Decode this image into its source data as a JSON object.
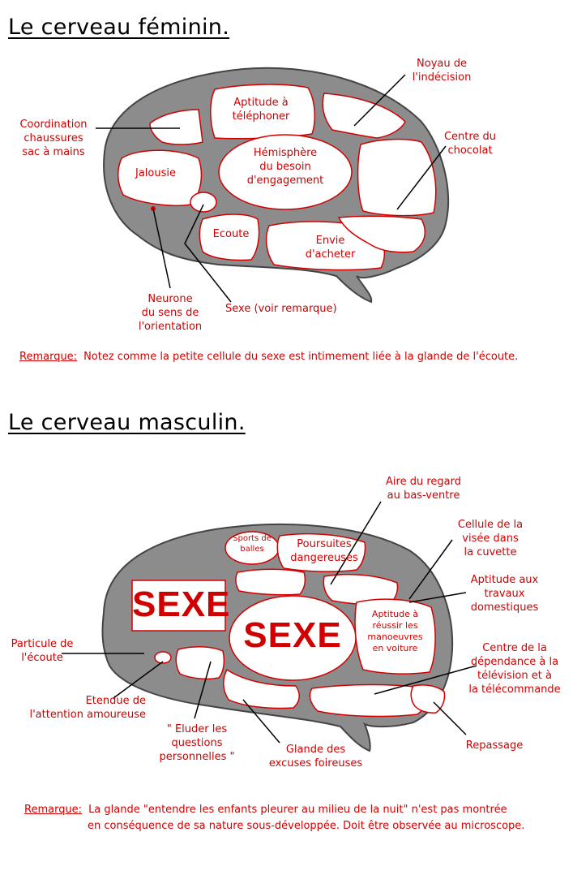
{
  "female": {
    "title": "Le cerveau féminin.",
    "regions": {
      "aptitude_telephoner": "Aptitude à\ntéléphoner",
      "hemisphere": "Hémisphère\ndu besoin\nd'engagement",
      "jalousie": "Jalousie",
      "ecoute": "Ecoute",
      "envie": "Envie\nd'acheter"
    },
    "callouts": {
      "coordination": "Coordination\nchaussures\nsac à mains",
      "noyau": "Noyau de\nl'indécision",
      "chocolat": "Centre du\nchocolat",
      "neurone": "Neurone\ndu sens de\nl'orientation",
      "sexe": "Sexe (voir remarque)"
    },
    "remark_label": "Remarque:",
    "remark_text": "Notez comme la petite cellule du sexe est intimement liée à la glande de l'écoute."
  },
  "male": {
    "title": "Le cerveau masculin.",
    "regions": {
      "sports": "Sports de\nballes",
      "poursuites": "Poursuites\ndangereuses",
      "sexe_box": "SEXE",
      "sexe_circle": "SEXE",
      "manoeuvres": "Aptitude à\nréussir les\nmanoeuvres\nen voiture"
    },
    "callouts": {
      "aire_regard": "Aire du regard\nau bas-ventre",
      "visee": "Cellule de la\nvisée dans\nla cuvette",
      "travaux": "Aptitude aux\ntravaux\ndomestiques",
      "particule": "Particule de\nl'écoute",
      "television": "Centre de la\ndépendance à la\ntélévision et à\nla télécommande",
      "etendue": "Etendue de\nl'attention amoureuse",
      "eluder": "\" Eluder les\nquestions\npersonnelles \"",
      "excuses": "Glande des\nexcuses foireuses",
      "repassage": "Repassage"
    },
    "remark_label": "Remarque:",
    "remark_text_1": "La glande \"entendre les enfants pleurer au milieu de la nuit\" n'est pas montrée",
    "remark_text_2": "en conséquence de sa nature sous-développée. Doit être observée au microscope."
  },
  "colors": {
    "accent": "#d10000",
    "brain_fill": "#8c8c8c",
    "text": "#000000"
  }
}
